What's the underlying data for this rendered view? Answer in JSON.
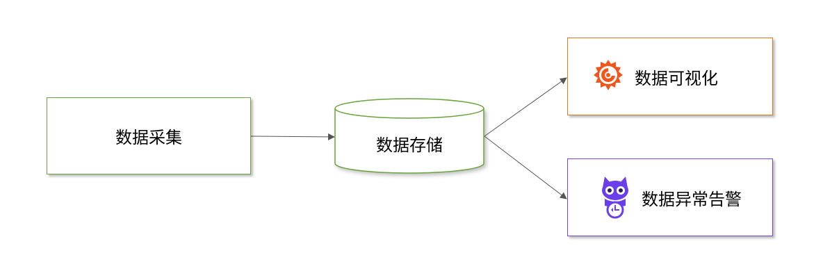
{
  "nodes": {
    "collect": {
      "label": "数据采集"
    },
    "storage": {
      "label": "数据存储"
    },
    "visual": {
      "label": "数据可视化",
      "icon": "grafana-logo-icon"
    },
    "alert": {
      "label": "数据异常告警",
      "icon": "alert-cat-icon"
    }
  },
  "colors": {
    "green": "#6aa43e",
    "orange": "#e8731a",
    "purple": "#7b3fe4",
    "edge": "#555555"
  }
}
